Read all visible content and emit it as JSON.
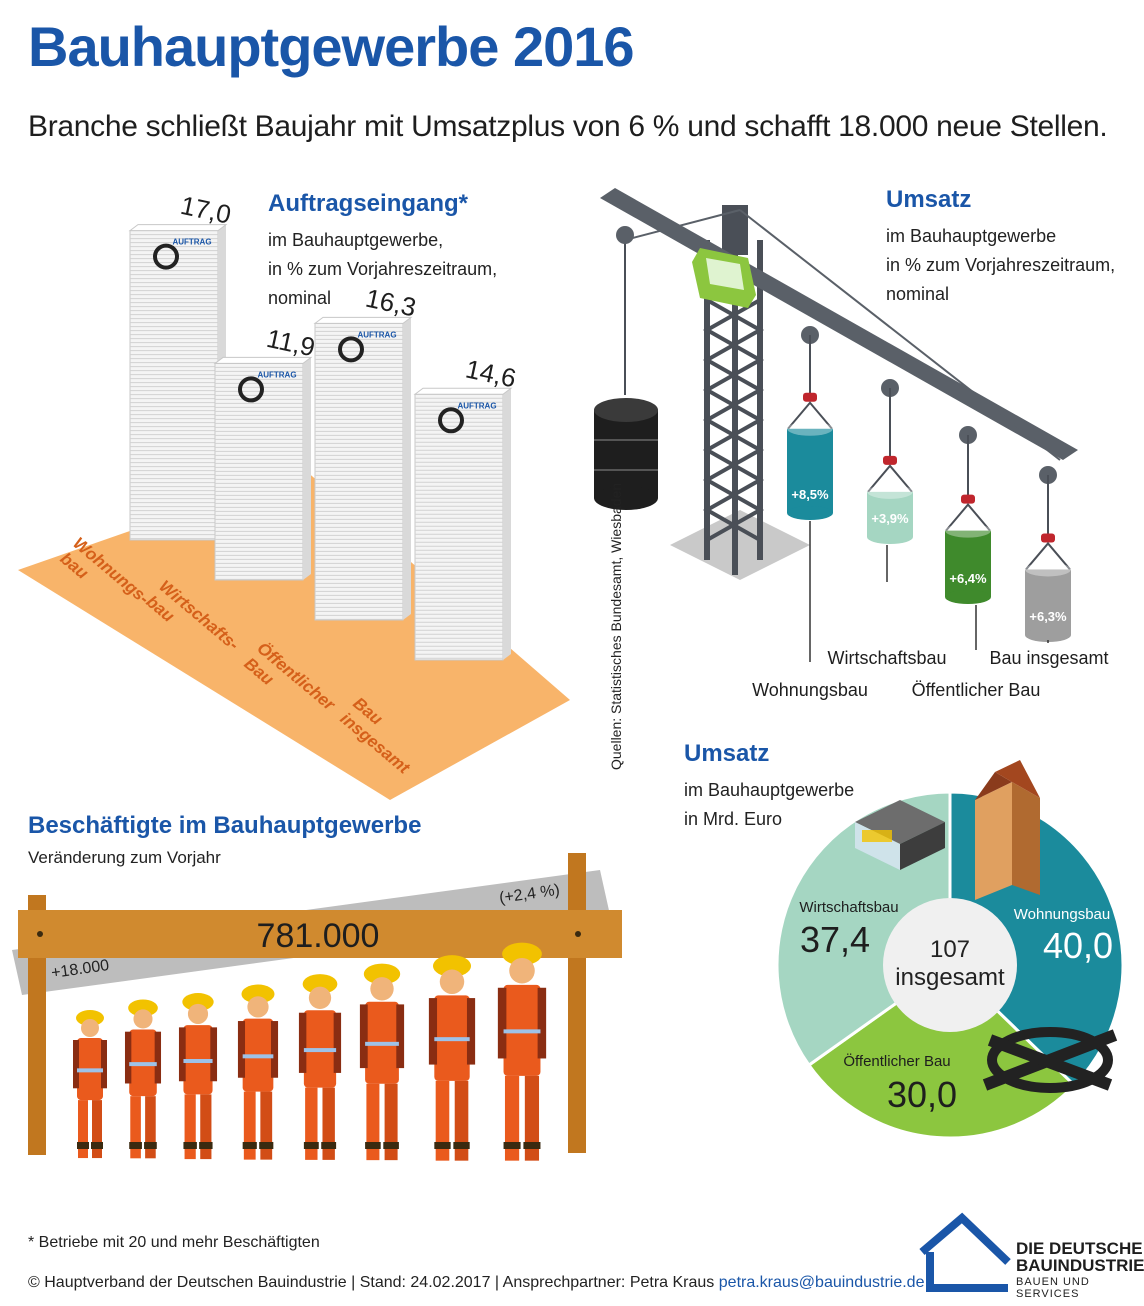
{
  "title": "Bauhauptgewerbe 2016",
  "subtitle": "Branche schließt Baujahr mit Umsatzplus von 6 % und schafft 18.000 neue Stellen.",
  "colors": {
    "brand_blue": "#1a56a8",
    "orange_floor": "#f8b46a",
    "orange_label": "#d5601a",
    "teal": "#1b8b9c",
    "light_green": "#8cc63f",
    "mint": "#a5d6c2",
    "gray": "#9e9e9e",
    "dark_green": "#3f8a2c"
  },
  "auftrag": {
    "heading": "Auftragseingang*",
    "description": "im Bauhauptgewerbe,\nin % zum Vorjahreszeitraum,\nnominal",
    "stack_label": "AUFTRAG"
  },
  "umsatz_crane": {
    "heading": "Umsatz",
    "description": "im Bauhauptgewerbe\nin % zum Vorjahreszeitraum,\nnominal"
  },
  "source": "Quellen: Statistisches Bundesamt, Wiesbaden",
  "umsatz_pie": {
    "heading": "Umsatz",
    "description": "im Bauhauptgewerbe\nin Mrd. Euro",
    "center_value": "107",
    "center_label": "insgesamt"
  },
  "employment": {
    "heading": "Beschäftigte im Bauhauptgewerbe",
    "description": "Veränderung zum Vorjahr",
    "total": "781.000",
    "change_pct": "(+2,4 %)",
    "change_abs": "+18.000"
  },
  "footnote": "* Betriebe mit 20 und mehr Beschäftigten",
  "footer": {
    "copyright": "© Hauptverband der Deutschen Bauindustrie | Stand: 24.02.2017 | Ansprechpartner: Petra Kraus",
    "email": "petra.kraus@bauindustrie.de"
  },
  "logo": {
    "line1": "DIE DEUTSCHE",
    "line2": "BAUINDUSTRIE",
    "line3": "BAUEN UND SERVICES"
  },
  "chart_data": [
    {
      "type": "bar",
      "title": "Auftragseingang*",
      "categories": [
        "Wohnungsbau",
        "Wirtschaftsbau",
        "Öffentlicher Bau",
        "Bau insgesamt"
      ],
      "category_labels": [
        "Wohnungs-\nbau",
        "Wirtschafts-\nbau",
        "Öffentlicher\nBau",
        "Bau\ninsgesamt"
      ],
      "values": [
        17.0,
        11.9,
        16.3,
        14.6
      ],
      "value_labels": [
        "17,0",
        "11,9",
        "16,3",
        "14,6"
      ],
      "unit": "% zum Vorjahreszeitraum"
    },
    {
      "type": "bar",
      "title": "Umsatz",
      "categories": [
        "Wohnungsbau",
        "Wirtschaftsbau",
        "Öffentlicher Bau",
        "Bau insgesamt"
      ],
      "values": [
        8.5,
        3.9,
        6.4,
        6.3
      ],
      "value_labels": [
        "+8,5%",
        "+3,9%",
        "+6,4%",
        "+6,3%"
      ],
      "colors": [
        "#1b8b9c",
        "#a5d6c2",
        "#3f8a2c",
        "#9e9e9e"
      ],
      "unit": "% zum Vorjahreszeitraum"
    },
    {
      "type": "pie",
      "title": "Umsatz",
      "total": 107,
      "slices": [
        {
          "name": "Wohnungsbau",
          "value": 40.0,
          "label": "40,0",
          "color": "#1b8b9c"
        },
        {
          "name": "Öffentlicher Bau",
          "value": 30.0,
          "label": "30,0",
          "color": "#8cc63f"
        },
        {
          "name": "Wirtschaftsbau",
          "value": 37.4,
          "label": "37,4",
          "color": "#a5d6c2"
        }
      ],
      "unit": "Mrd. Euro"
    }
  ]
}
